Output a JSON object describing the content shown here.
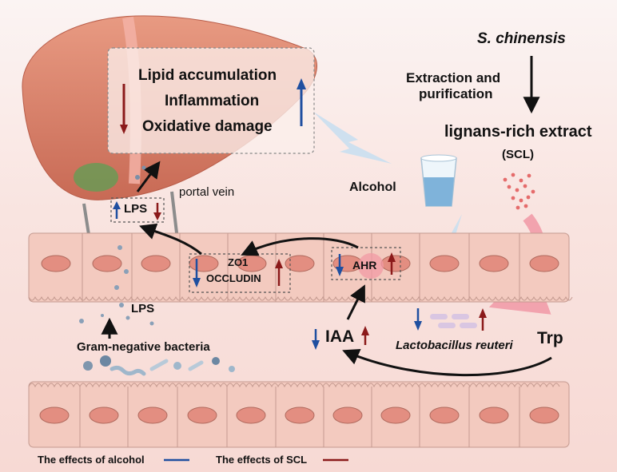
{
  "liver_effects": [
    "Lipid accumulation",
    "Inflammation",
    "Oxidative damage"
  ],
  "labels": {
    "portal_vein": "portal vein",
    "lps_top": "LPS",
    "lps_lower": "LPS",
    "zo1": "ZO1",
    "occludin": "OCCLUDIN",
    "ahr": "AHR",
    "iaa": "IAA",
    "trp": "Trp",
    "lactobacillus": "Lactobacillus reuteri",
    "gram_negative": "Gram-negative bacteria",
    "alcohol": "Alcohol",
    "s_chinensis": "S. chinensis",
    "extraction_line1": "Extraction and",
    "extraction_line2": "purification",
    "lignans": "lignans-rich extract",
    "scl": "(SCL)"
  },
  "legend": {
    "alcohol": "The effects of alcohol",
    "scl": "The effects of SCL"
  },
  "colors": {
    "alcohol_arrow": "#1f4fa0",
    "scl_arrow": "#8b1a1a",
    "liver": "#d9806a",
    "cell": "#f1c3b8",
    "nucleus": "#e08d80"
  }
}
